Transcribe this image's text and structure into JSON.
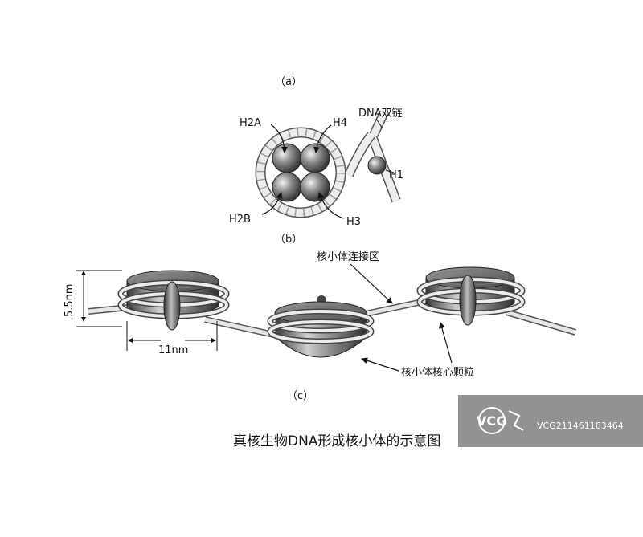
{
  "panels": {
    "a": "（a）",
    "b": "（b）",
    "c": "（c）"
  },
  "histones": {
    "h2a": "H2A",
    "h4": "H4",
    "h2b": "H2B",
    "h3": "H3",
    "h1": "H1"
  },
  "labels": {
    "dna_double_strand": "DNA双链",
    "linker": "核小体连接区",
    "core_particle": "核小体核心颗粒",
    "height": "5.5nm",
    "width": "11nm"
  },
  "title": "真核生物DNA形成核小体的示意图",
  "watermark": {
    "logo": "VCG",
    "id": "VCG211461163464"
  }
}
